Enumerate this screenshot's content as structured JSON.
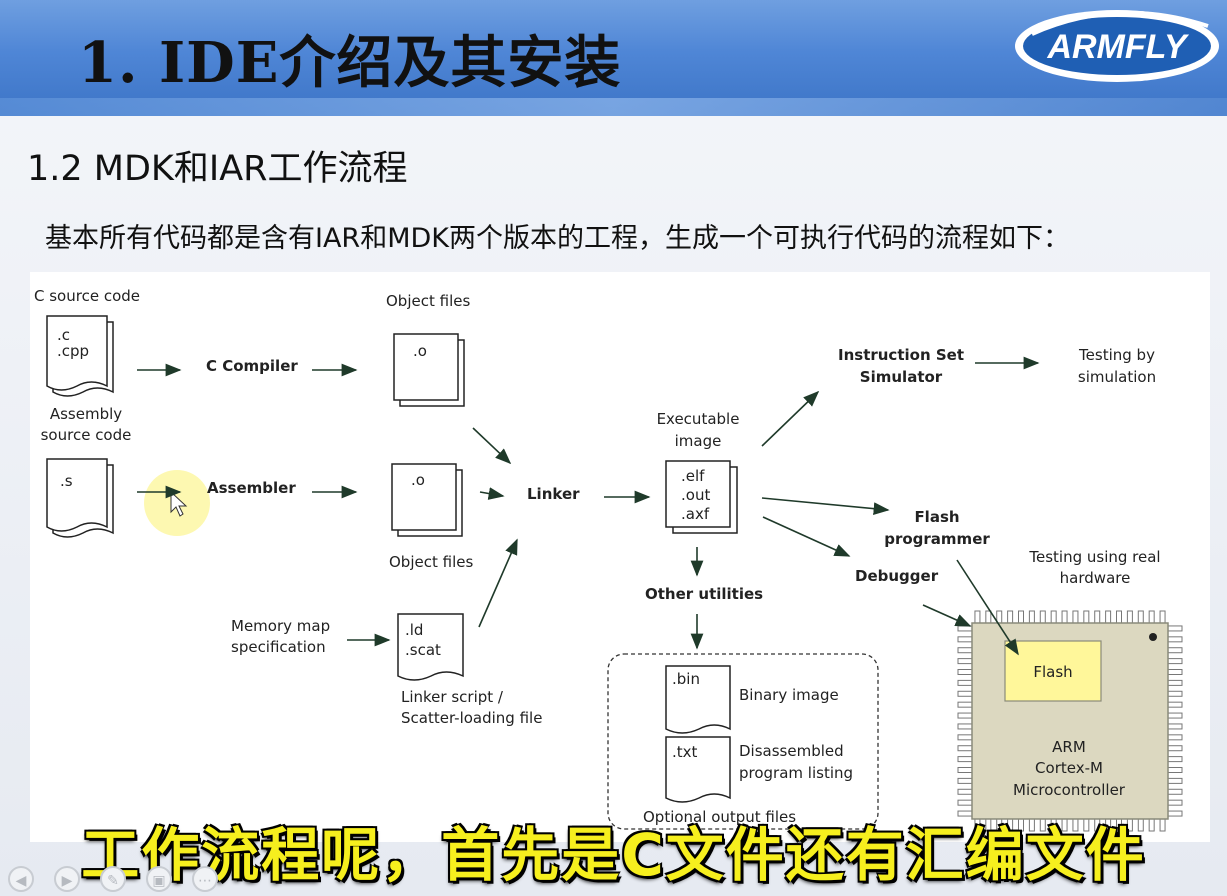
{
  "slide": {
    "title": "1. IDE介绍及其安装",
    "logo_text": "ARMFLY",
    "section_title": "1.2 MDK和IAR工作流程",
    "intro": "基本所有代码都是含有IAR和MDK两个版本的工程，生成一个可执行代码的流程如下："
  },
  "diagram": {
    "c_source_label": "C source code",
    "c_files": [
      ".c",
      ".cpp"
    ],
    "asm_source_label": [
      "Assembly",
      "source code"
    ],
    "asm_files": [
      ".s"
    ],
    "c_compiler": "C Compiler",
    "assembler": "Assembler",
    "object_files_top": "Object files",
    "object_files_bottom": "Object files",
    "obj_ext_1": ".o",
    "obj_ext_2": ".o",
    "linker": "Linker",
    "memory_map": [
      "Memory map",
      "specification"
    ],
    "script_files": [
      ".ld",
      ".scat"
    ],
    "linker_script": [
      "Linker script /",
      "Scatter-loading file"
    ],
    "executable_label": [
      "Executable",
      "image"
    ],
    "exec_files": [
      ".elf",
      ".out",
      ".axf"
    ],
    "iss": [
      "Instruction Set",
      "Simulator"
    ],
    "testing_sim": [
      "Testing by",
      "simulation"
    ],
    "flash_programmer": [
      "Flash",
      "programmer"
    ],
    "debugger": "Debugger",
    "testing_hw": [
      "Testing using real",
      "hardware"
    ],
    "flash": "Flash",
    "mcu": [
      "ARM",
      "Cortex-M",
      "Microcontroller"
    ],
    "other_utilities": "Other utilities",
    "bin_ext": ".bin",
    "bin_label": "Binary image",
    "txt_ext": ".txt",
    "txt_label": [
      "Disassembled",
      "program listing"
    ],
    "optional_label": "Optional output files"
  },
  "caption": "工作流程呢，首先是C文件还有汇编文件",
  "nav": [
    "◀",
    "▶",
    "✎",
    "▣",
    "⋯"
  ],
  "colors": {
    "header": "#4f86d6",
    "caption": "#f6ef1e",
    "chip": "#dcd8c0",
    "flash": "#fff79a",
    "highlight": "#fdf7a8"
  }
}
